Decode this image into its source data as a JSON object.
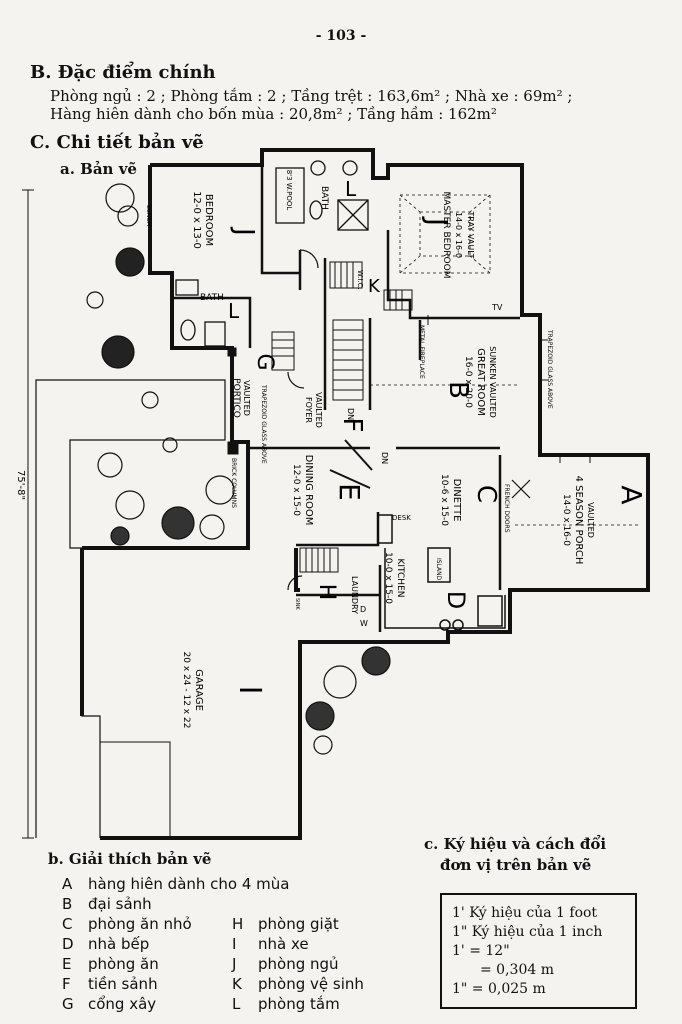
{
  "page_number": "- 103 -",
  "section_b": {
    "heading": "B. Đặc điểm chính",
    "line1": "Phòng ngủ : 2  ;  Phòng tắm : 2  ;  Tầng trệt : 163,6m²  ;  Nhà xe : 69m² ;",
    "line2": "Hàng hiên dành cho bốn mùa : 20,8m²  ;  Tầng hầm : 162m²"
  },
  "section_c": {
    "heading": "C. Chi tiết bản vẽ",
    "sub_a": "a. Bản vẽ"
  },
  "plan": {
    "dimension_left": "75'-8\"",
    "rooms": {
      "bedroom": {
        "name": "BEDROOM",
        "size": "12-0 x 13-0",
        "letter": "J"
      },
      "master": {
        "name": "MASTER BEDROOM",
        "size": "14-0 x 16-0",
        "note": "TRAY VAULT",
        "letter": "J"
      },
      "great": {
        "name": "GREAT ROOM",
        "size": "16-0 x 20-0",
        "note": "SUNKEN VAULTED",
        "letter": "B"
      },
      "porch": {
        "name": "4 SEASON PORCH",
        "size": "14-0 x 16-0",
        "note": "VAULTED",
        "letter": "A"
      },
      "dinette": {
        "name": "DINETTE",
        "size": "10-6 x 15-0",
        "letter": "C"
      },
      "kitchen": {
        "name": "KITCHEN",
        "size": "10-0 x 15-0",
        "letter": "D"
      },
      "dining": {
        "name": "DINING ROOM",
        "size": "12-0 x 15-0",
        "letter": "E"
      },
      "foyer": {
        "name": "FOYER",
        "note": "VAULTED",
        "letter": "F"
      },
      "portico": {
        "name": "PORTICO",
        "note": "VAULTED",
        "letter": "G"
      },
      "laundry": {
        "name": "LAUNDRY",
        "letter": "H"
      },
      "garage": {
        "name": "GARAGE",
        "size": "20 x 24 - 12 x 22",
        "letter": "I"
      }
    },
    "small_labels": {
      "bath": "BATH",
      "pool": "8'3 W.POOL",
      "wic": "W.I.C.",
      "metal_fireplace": "METAL FIREPLACE",
      "tv": "TV",
      "trapezoid_above": "TRAPEZOID GLASS ABOVE",
      "trapezoid_glass_above": "TRAPEZOID GLASS ABOVE",
      "brick_columns": "BRICK COLUMNS",
      "french_doors": "FRENCH DOORS",
      "desk": "DESK",
      "island": "ISLAND",
      "sink": "SINK",
      "d": "D",
      "w": "W",
      "dn": "DN",
      "bench": "BENCH",
      "letter_k": "K",
      "letter_l1": "L",
      "letter_l2": "L"
    }
  },
  "section_b_legend": {
    "heading": "b. Giải thích bản vẽ",
    "items": [
      {
        "key": "A",
        "text": "hàng hiên dành cho 4 mùa"
      },
      {
        "key": "B",
        "text": "đại sảnh"
      },
      {
        "key": "C",
        "text": "phòng ăn nhỏ"
      },
      {
        "key": "D",
        "text": "nhà bếp"
      },
      {
        "key": "E",
        "text": "phòng ăn"
      },
      {
        "key": "F",
        "text": "tiền sảnh"
      },
      {
        "key": "G",
        "text": "cổng xây"
      },
      {
        "key": "H",
        "text": "phòng giặt"
      },
      {
        "key": "I",
        "text": "nhà xe"
      },
      {
        "key": "J",
        "text": "phòng ngủ"
      },
      {
        "key": "K",
        "text": "phòng vệ sinh"
      },
      {
        "key": "L",
        "text": "phòng tắm"
      }
    ]
  },
  "section_c_scale": {
    "heading1": "c. Ký hiệu và cách đổi",
    "heading2": "đơn vị trên bản vẽ",
    "lines": [
      "1' Ký hiệu của 1 foot",
      "1\" Ký hiệu của 1 inch",
      "1'  = 12\"",
      "= 0,304 m",
      "1\"  = 0,025 m"
    ]
  }
}
